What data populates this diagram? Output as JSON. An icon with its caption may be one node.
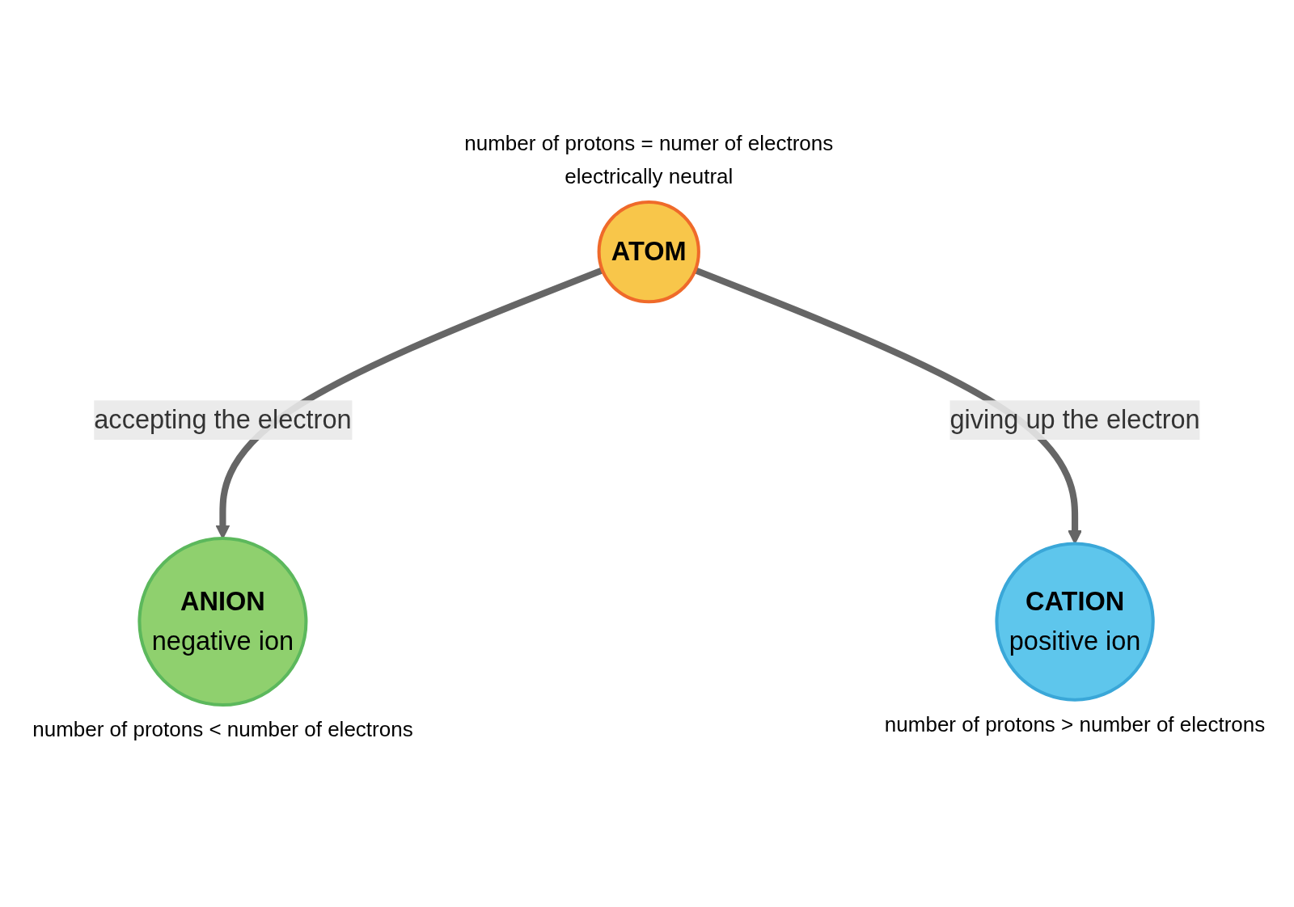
{
  "diagram": {
    "nodes": [
      {
        "text": [
          "ATOM"
        ],
        "beside": [
          "number of protons = numer of electrons",
          "electrically neutral"
        ]
      },
      {
        "text": [
          "ANION",
          "negative ion"
        ],
        "beside": [
          "number of protons < number of electrons"
        ]
      },
      {
        "text": [
          "CATION",
          "positive ion"
        ],
        "beside": [
          "number of protons > number of electrons"
        ]
      }
    ],
    "edges": [
      {
        "from": 0,
        "to": 1,
        "arrow": "to",
        "label": "accepting the electron"
      },
      {
        "from": 0,
        "to": 2,
        "arrow": "to",
        "label": "giving up the electron"
      }
    ]
  }
}
